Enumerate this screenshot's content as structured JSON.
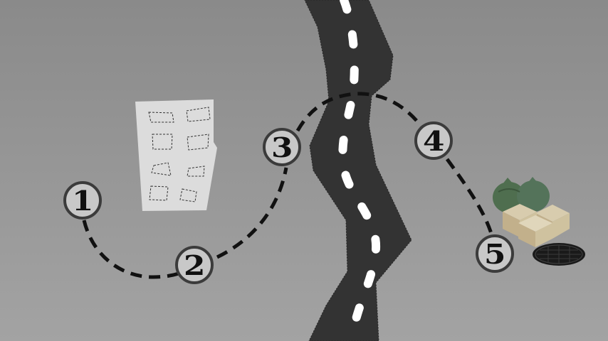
{
  "scene": {
    "background_top": "#8a8a8a",
    "background_bottom": "#a3a3a3",
    "road_color": "#333333",
    "lane_marking_color": "#ffffff",
    "path_color": "#111111",
    "building_color": "#dcdcdc",
    "stop_fill": "#c8c8c8",
    "stop_border": "#3b3b3b"
  },
  "stops": [
    {
      "label": "1"
    },
    {
      "label": "2"
    },
    {
      "label": "3"
    },
    {
      "label": "4"
    },
    {
      "label": "5"
    }
  ],
  "objects": {
    "building": "apartment-building-icon",
    "road": "winding-road",
    "trash": "garbage-bags-icon",
    "boxes": "cardboard-boxes-icon",
    "drain": "sewer-drain-icon"
  }
}
